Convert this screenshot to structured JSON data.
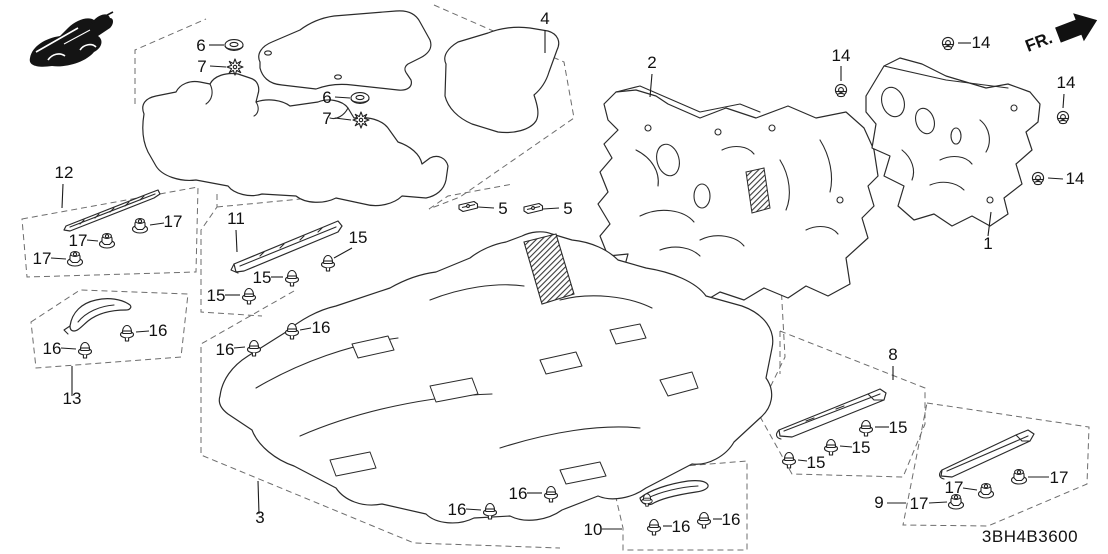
{
  "diagram": {
    "code": "3BH4B3600",
    "direction_label": "FR.",
    "colors": {
      "line": "#2b2b2b",
      "label": "#111111",
      "background": "#ffffff",
      "dashed_box": "#6d6d6d"
    },
    "icons": {
      "thumbnail": "car-cutaway-sketch-icon",
      "direction": "fr-arrow-icon",
      "fastener_legend": {
        "5": "flat-clip-icon",
        "6": "grommet-icon",
        "7": "tree-clip-icon",
        "14": "push-pin-clip-icon",
        "15": "push-clip-icon",
        "16": "push-clip-icon",
        "17": "flange-nut-icon"
      }
    },
    "callouts": [
      {
        "text": "6"
      },
      {
        "text": "7"
      },
      {
        "text": "6"
      },
      {
        "text": "7"
      },
      {
        "text": "4"
      },
      {
        "text": "2"
      },
      {
        "text": "14"
      },
      {
        "text": "14"
      },
      {
        "text": "14"
      },
      {
        "text": "14"
      },
      {
        "text": "1"
      },
      {
        "text": "12"
      },
      {
        "text": "17"
      },
      {
        "text": "17"
      },
      {
        "text": "17"
      },
      {
        "text": "11"
      },
      {
        "text": "15"
      },
      {
        "text": "15"
      },
      {
        "text": "15"
      },
      {
        "text": "5"
      },
      {
        "text": "5"
      },
      {
        "text": "16"
      },
      {
        "text": "16"
      },
      {
        "text": "13"
      },
      {
        "text": "16"
      },
      {
        "text": "16"
      },
      {
        "text": "3"
      },
      {
        "text": "16"
      },
      {
        "text": "16"
      },
      {
        "text": "10"
      },
      {
        "text": "16"
      },
      {
        "text": "16"
      },
      {
        "text": "8"
      },
      {
        "text": "15"
      },
      {
        "text": "15"
      },
      {
        "text": "15"
      },
      {
        "text": "17"
      },
      {
        "text": "17"
      },
      {
        "text": "9"
      },
      {
        "text": "17"
      }
    ]
  }
}
